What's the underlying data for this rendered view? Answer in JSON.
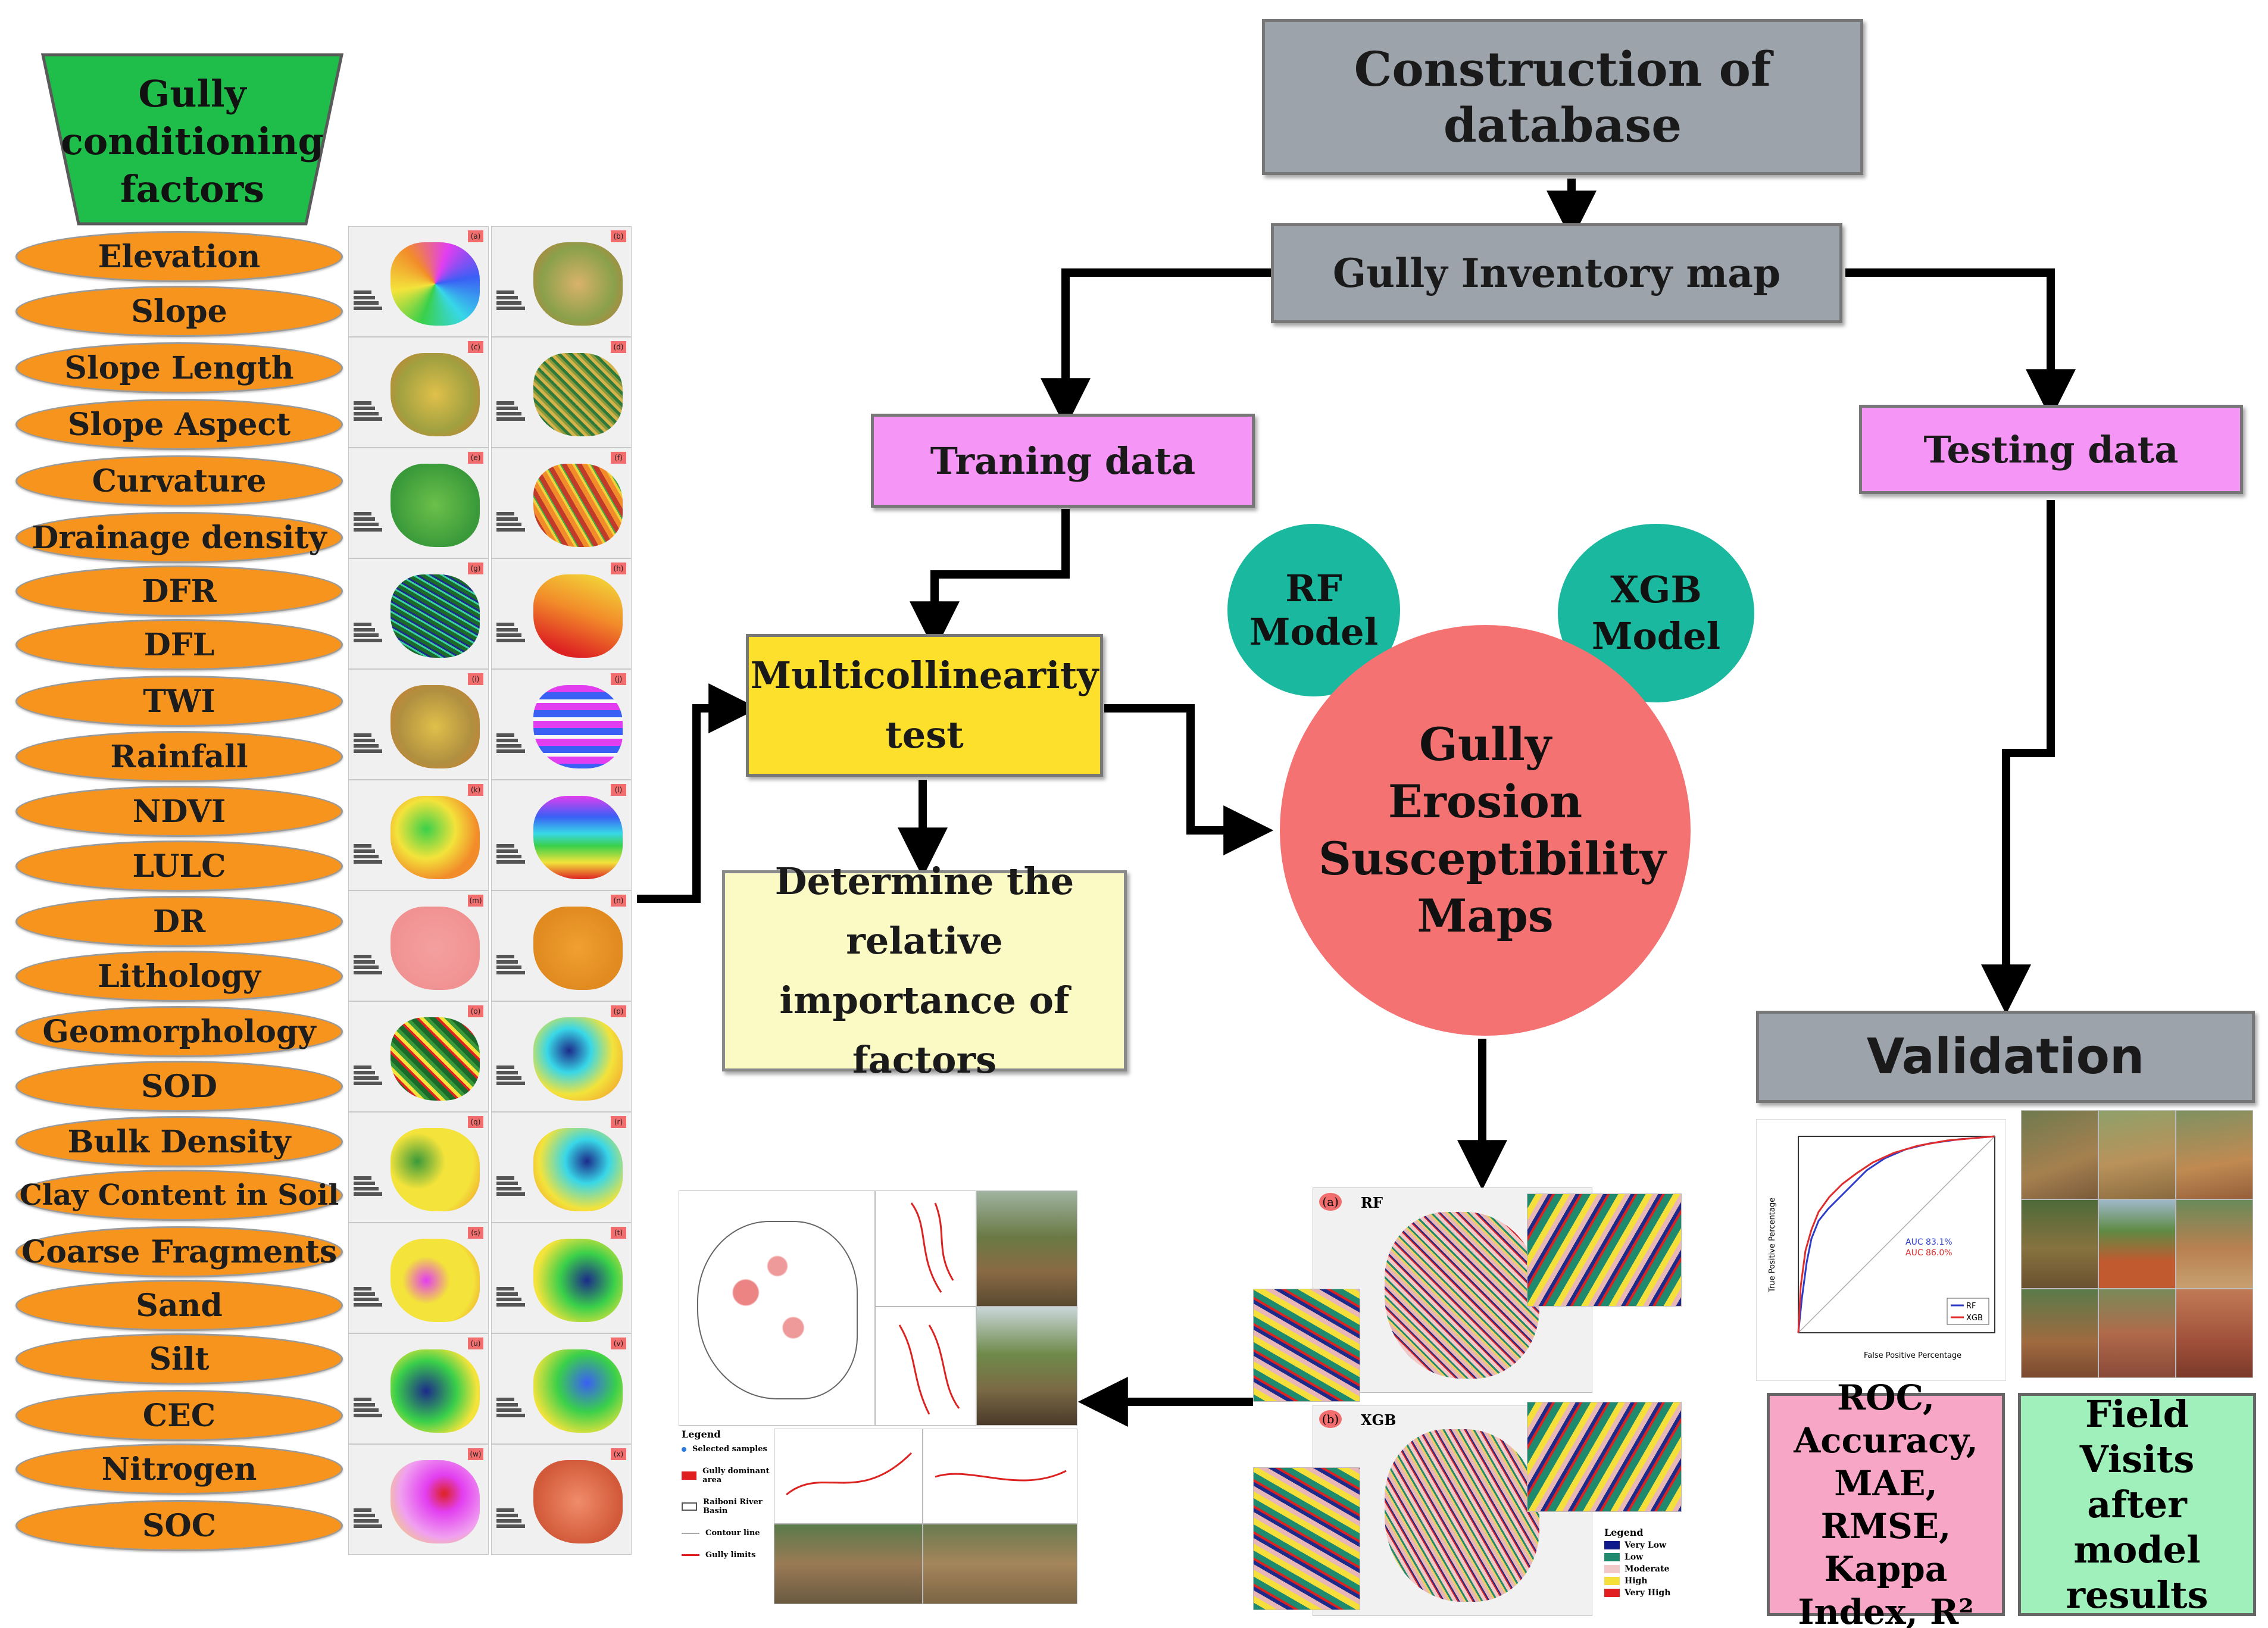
{
  "header": {
    "title": "Gully conditioning factors"
  },
  "factors": [
    "Elevation",
    "Slope",
    "Slope Length",
    "Slope Aspect",
    "Curvature",
    "Drainage density",
    "DFR",
    "DFL",
    "TWI",
    "Rainfall",
    "NDVI",
    "LULC",
    "DR",
    "Lithology",
    "Geomorphology",
    "SOD",
    "Bulk Density",
    "Clay Content in Soil",
    "Coarse Fragments",
    "Sand",
    "Silt",
    "CEC",
    "Nitrogen",
    "SOC"
  ],
  "map_labels": [
    "(a)",
    "(b)",
    "(c)",
    "(d)",
    "(e)",
    "(f)",
    "(g)",
    "(h)",
    "(i)",
    "(j)",
    "(k)",
    "(l)",
    "(m)",
    "(n)",
    "(o)",
    "(p)",
    "(q)",
    "(r)",
    "(s)",
    "(t)",
    "(u)",
    "(v)",
    "(w)",
    "(x)"
  ],
  "flow": {
    "construction": "Construction of database",
    "inventory": "Gully Inventory map",
    "training": "Traning data",
    "testing": "Testing data",
    "multicollinearity": "Multicollinearity test",
    "importance": "Determine the relative importance of factors",
    "rf_model": "RF Model",
    "xgb_model": "XGB Model",
    "susceptibility": "Gully Erosion Susceptibility Maps",
    "validation": "Validation",
    "metrics": "ROC, Accuracy, MAE, RMSE, Kappa Index, R²",
    "field_visits": "Field Visits after model results"
  },
  "susceptibility_panels": {
    "rf_label": "(a)",
    "rf_name": "RF",
    "xgb_label": "(b)",
    "xgb_name": "XGB"
  },
  "susceptibility_legend": {
    "title": "Legend",
    "classes": [
      "Very Low",
      "Low",
      "Moderate",
      "High",
      "Very High"
    ]
  },
  "inventory_panel": {
    "legend_title": "Legend",
    "items": [
      "Selected samples",
      "Gully dominant area",
      "Raiboni River Basin",
      "Contour line",
      "Gully limits"
    ]
  },
  "roc": {
    "auc_rf": "AUC 83.1%",
    "auc_xgb": "AUC 86.0%",
    "legend": [
      "RF",
      "XGB"
    ],
    "xlabel": "False Positive Percentage",
    "ylabel": "True Positive Percentage"
  },
  "colors": {
    "factor_fill": "#f7941e",
    "header_fill": "#1fbe4a",
    "grey_box": "#9da3ab",
    "pink_box": "#f595f5",
    "yellow_box": "#fde02b",
    "cream_box": "#fbf9c4",
    "teal_circle": "#1ab89e",
    "red_circle": "#f47272",
    "metrics_fill": "#f7a6c6",
    "field_fill": "#9ff0bb"
  }
}
